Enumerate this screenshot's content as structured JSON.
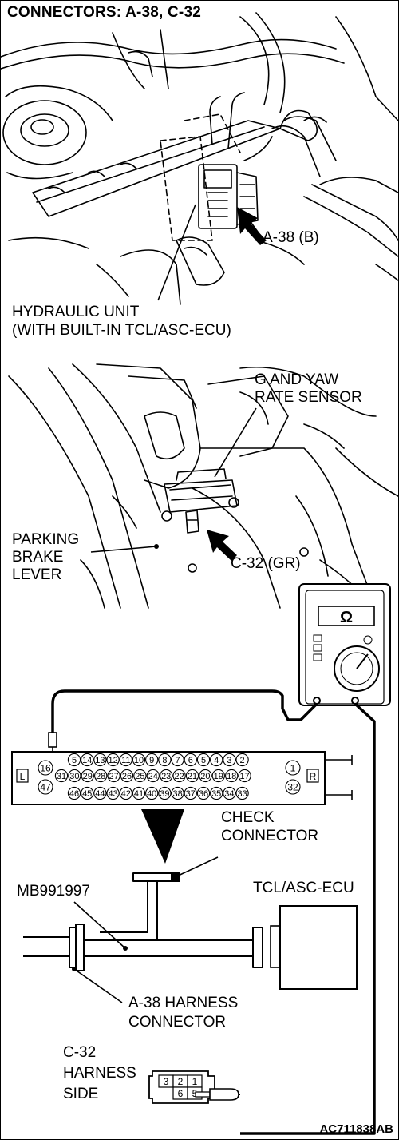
{
  "title": "CONNECTORS: A-38, C-32",
  "labels": {
    "a38": "A-38 (B)",
    "hydraulic_unit_line1": "HYDRAULIC UNIT",
    "hydraulic_unit_line2": "(WITH BUILT-IN TCL/ASC-ECU)",
    "g_yaw_line1": "G AND YAW",
    "g_yaw_line2": "RATE SENSOR",
    "parking_line1": "PARKING",
    "parking_line2": "BRAKE",
    "parking_line3": "LEVER",
    "c32": "C-32 (GR)",
    "check_line1": "CHECK",
    "check_line2": "CONNECTOR",
    "mb": "MB991997",
    "ecu": "TCL/ASC-ECU",
    "harness_line1": "A-38 HARNESS",
    "harness_line2": "CONNECTOR",
    "c32_side_line1": "C-32",
    "c32_side_line2": "HARNESS",
    "c32_side_line3": "SIDE",
    "figure_code": "AC711838AB"
  },
  "meter": {
    "symbol": "Ω"
  },
  "check_connector": {
    "left_side": "L",
    "right_side": "R",
    "top_row": [
      "5",
      "14",
      "13",
      "12",
      "11",
      "10",
      "9",
      "8",
      "7",
      "6",
      "5",
      "4",
      "3",
      "2"
    ],
    "middle_row": [
      "31",
      "30",
      "29",
      "28",
      "27",
      "26",
      "25",
      "24",
      "23",
      "22",
      "21",
      "20",
      "19",
      "18",
      "17"
    ],
    "bottom_row": [
      "46",
      "45",
      "44",
      "43",
      "42",
      "41",
      "40",
      "39",
      "38",
      "37",
      "36",
      "35",
      "34",
      "33"
    ],
    "left_pins": [
      "16",
      "47"
    ],
    "right_pins": [
      "1",
      "32"
    ]
  },
  "c32_connector": {
    "top_row": [
      "3",
      "2",
      "1"
    ],
    "bottom_row": [
      "6",
      "5"
    ]
  }
}
